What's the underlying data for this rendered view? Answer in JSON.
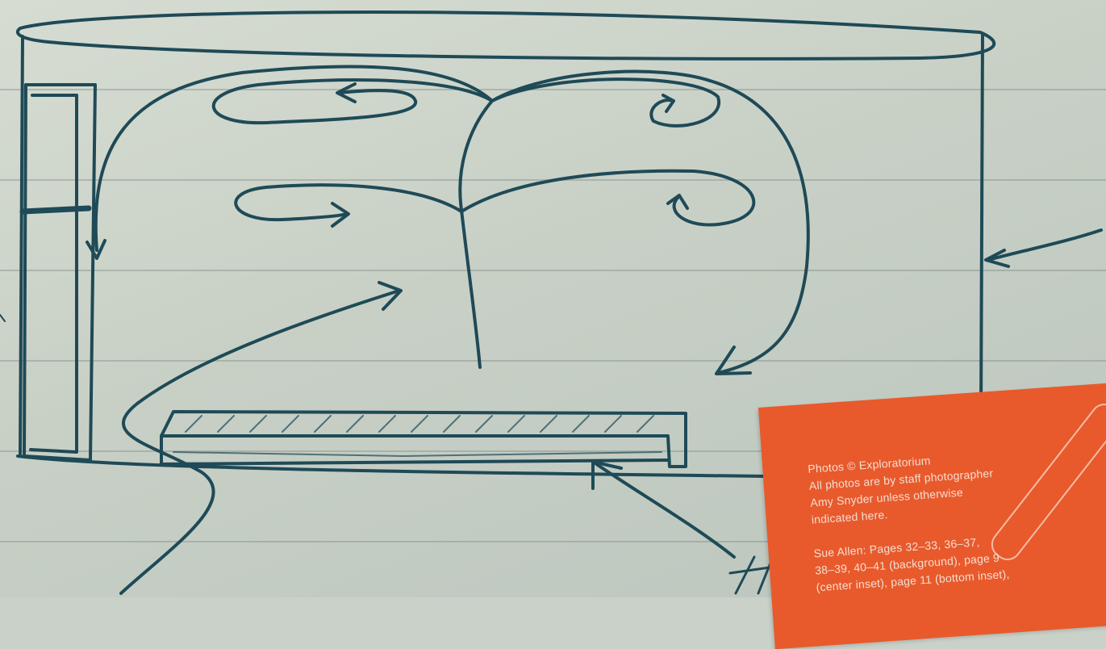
{
  "credits": {
    "lines": [
      "Photos © Exploratorium",
      "All photos are by staff photographer",
      "Amy Snyder unless otherwise",
      "indicated here."
    ],
    "sue_allen_lines": [
      "Sue Allen: Pages 32–33, 36–37,",
      "38–39, 40–41 (background), page 9",
      "(center inset), page 11 (bottom inset),"
    ]
  },
  "sketch": {
    "handwritten_mark": "#",
    "ink_color": "#1f4a57"
  },
  "colors": {
    "paper": "#cdd4cb",
    "note": "#e85a2c",
    "note_text": "#f6ddd0"
  }
}
